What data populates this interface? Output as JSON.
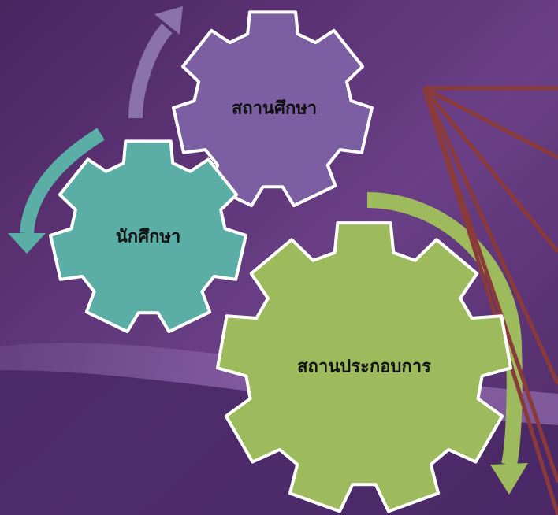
{
  "gears": {
    "institution": {
      "label": "สถานศึกษา",
      "color": "#7b5fa2"
    },
    "student": {
      "label": "นักศึกษา",
      "color": "#5aaea6"
    },
    "enterprise": {
      "label": "สถานประกอบการ",
      "color": "#9dbb5c"
    }
  },
  "colors": {
    "background_dark": "#4a2560",
    "background_light": "#7a4e96",
    "arrow_purple": "#8a72ad",
    "arrow_teal": "#5aaea6",
    "arrow_green": "#9dbb5c",
    "lines_red": "#8b3a3a",
    "gear_outline": "#ffffff"
  }
}
